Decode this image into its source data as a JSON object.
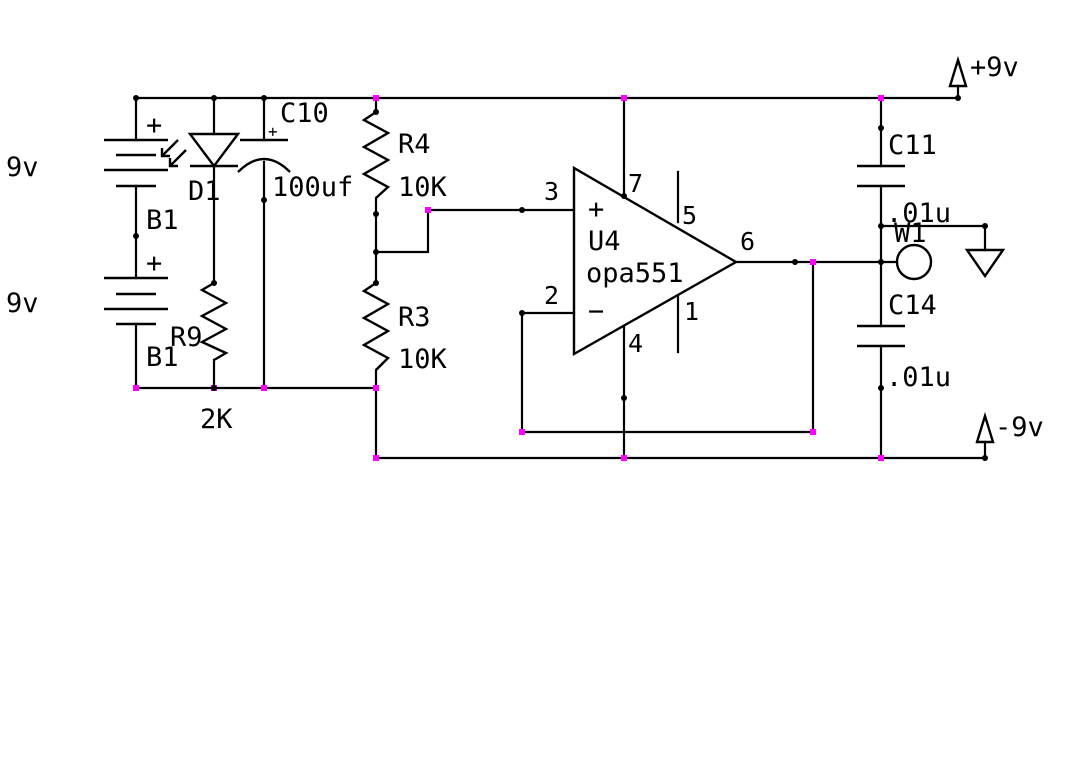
{
  "labels": {
    "supply_pos": "+9v",
    "supply_neg": "-9v",
    "battery_top_value": "9v",
    "battery_bottom_value": "9v",
    "battery_top_name": "B1",
    "battery_bottom_name": "B1",
    "battery_plus": "+",
    "led_name": "D1",
    "cap_c10_name": "C10",
    "cap_c10_value": "100uf",
    "cap_c10_plus": "+",
    "r9_name": "R9",
    "r9_value": "2K",
    "r4_name": "R4",
    "r4_value": "10K",
    "r3_name": "R3",
    "r3_value": "10K",
    "opamp_name": "U4",
    "opamp_part": "opa551",
    "opamp_plus": "+",
    "opamp_minus": "−",
    "pin_3": "3",
    "pin_2": "2",
    "pin_7": "7",
    "pin_5": "5",
    "pin_6": "6",
    "pin_1": "1",
    "pin_4": "4",
    "c11_name": "C11",
    "c11_value": ".01u",
    "c14_name": "C14",
    "c14_value": ".01u",
    "output_name": "W1"
  },
  "colors": {
    "wire": "#000000",
    "node": "#ff00ff",
    "background": "#ffffff"
  }
}
